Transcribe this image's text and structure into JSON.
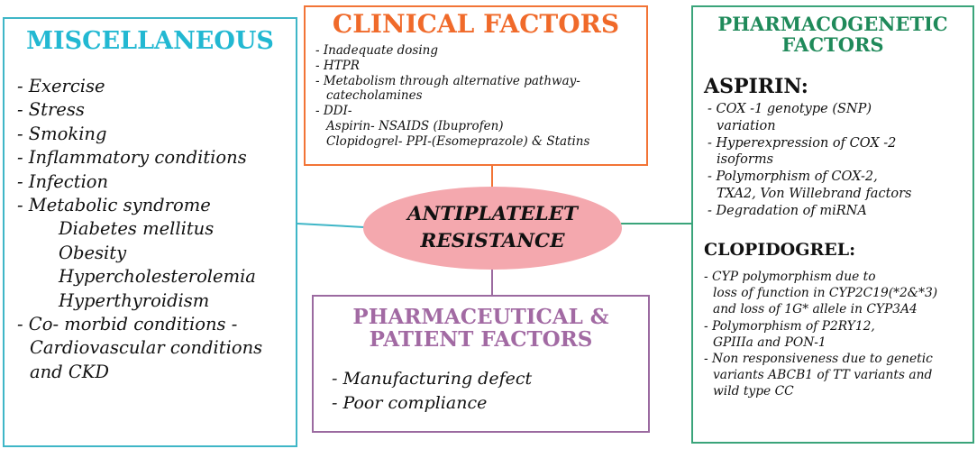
{
  "center": {
    "label": "ANTIPLATELET\nRESISTANCE"
  },
  "miscellaneous": {
    "title": "MISCELLANEOUS",
    "items": [
      "- Exercise",
      "- Stress",
      "- Smoking",
      "- Inflammatory conditions",
      "- Infection",
      "- Metabolic syndrome",
      "Diabetes mellitus",
      "Obesity",
      "Hypercholesterolemia",
      "Hyperthyroidism",
      "- Co- morbid conditions -",
      "Cardiovascular conditions",
      "and CKD"
    ]
  },
  "clinical": {
    "title": "CLINICAL FACTORS",
    "items": [
      "- Inadequate dosing",
      "- HTPR",
      "- Metabolism through alternative pathway-",
      "catecholamines",
      "- DDI-",
      "Aspirin- NSAIDS (Ibuprofen)",
      "Clopidogrel- PPI-(Esomeprazole) & Statins"
    ]
  },
  "pharmaceutical": {
    "title": "PHARMACEUTICAL &\nPATIENT FACTORS",
    "items": [
      "- Manufacturing defect",
      "- Poor compliance"
    ]
  },
  "pharmacogenetic": {
    "title": "PHARMACOGENETIC\nFACTORS",
    "aspirin": {
      "title": "ASPIRIN:",
      "items": [
        "- COX -1 genotype (SNP)",
        "variation",
        "- Hyperexpression of COX -2",
        "isoforms",
        "- Polymorphism of COX-2,",
        "TXA2, Von Willebrand factors",
        "- Degradation of miRNA"
      ]
    },
    "clopidogrel": {
      "title": "CLOPIDOGREL:",
      "items": [
        "- CYP polymorphism due to",
        "loss of function in CYP2C19(*2&*3)",
        "and loss of 1G* allele in CYP3A4",
        "- Polymorphism of P2RY12,",
        "GPIIIa and PON-1",
        "- Non responsiveness due to genetic",
        "variants ABCB1 of TT variants and",
        "wild type CC"
      ]
    }
  },
  "colors": {
    "miscellaneous": "#22b8d2",
    "clinical": "#f06a2a",
    "pharmaceutical": "#a26aa3",
    "pharmacogenetic": "#1f8a5a",
    "center": "#f4a8ae"
  }
}
